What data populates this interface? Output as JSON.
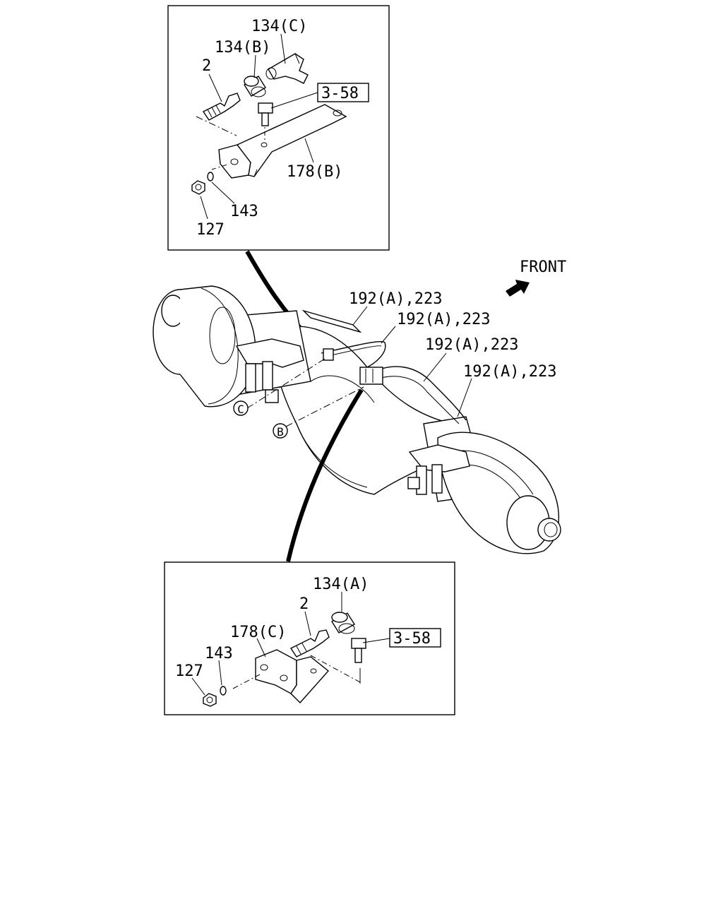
{
  "top_detail": {
    "labels": {
      "l134c": "134(C)",
      "l134b": "134(B)",
      "l2": "2",
      "ref": "3-58",
      "l178b": "178(B)",
      "l143": "143",
      "l127": "127"
    }
  },
  "main": {
    "front": "FRONT",
    "pipe1": "192(A),223",
    "pipe2": "192(A),223",
    "pipe3": "192(A),223",
    "pipe4": "192(A),223",
    "callout_c": "C",
    "callout_b": "B"
  },
  "bottom_detail": {
    "labels": {
      "l134a": "134(A)",
      "l2": "2",
      "l178c": "178(C)",
      "l143": "143",
      "l127": "127",
      "ref": "3-58"
    }
  }
}
